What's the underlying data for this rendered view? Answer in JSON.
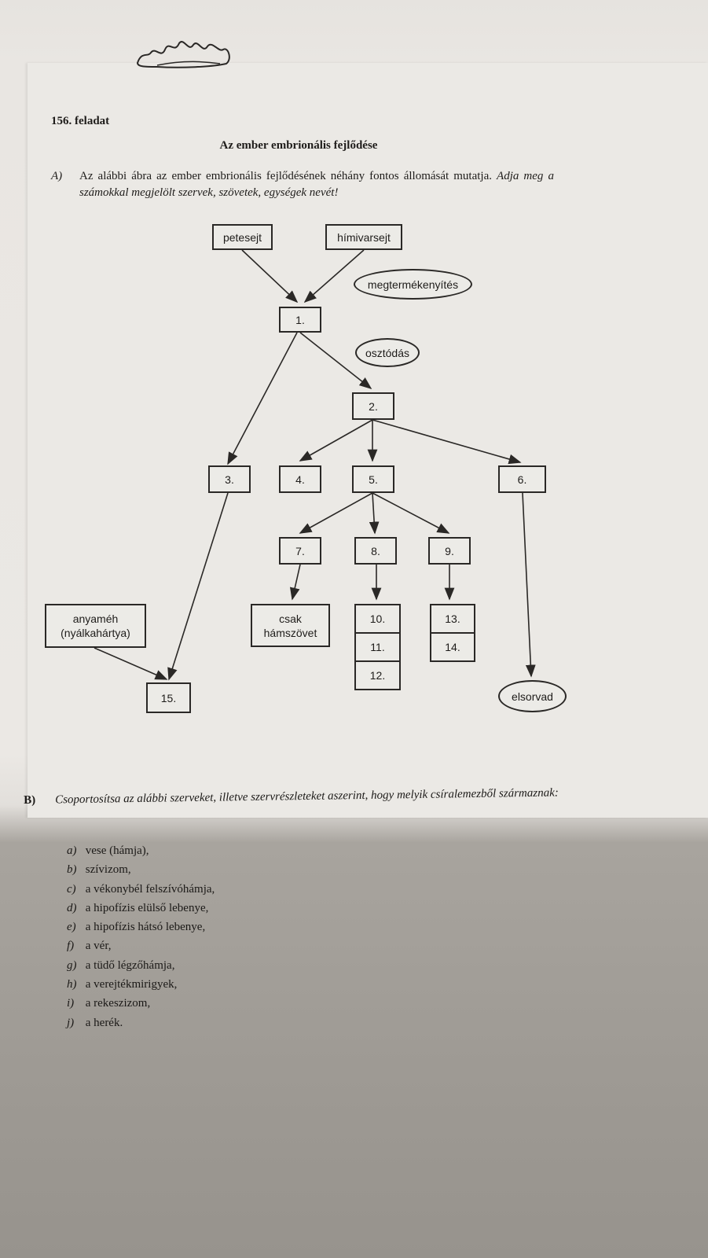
{
  "task_number": "156. feladat",
  "title": "Az ember embrionális fejlődése",
  "part_a": {
    "label": "A)",
    "text_plain": "Az alábbi ábra az ember embrionális fejlődésének néhány fontos állomását mutatja.",
    "text_italic": "Adja meg a számokkal megjelölt szervek, szövetek, egységek nevét!"
  },
  "diagram": {
    "petesejt": "petesejt",
    "himivarsejt": "hímivarsejt",
    "megtermekenyites": "megtermékenyítés",
    "n1": "1.",
    "osztodas": "osztódás",
    "n2": "2.",
    "n3": "3.",
    "n4": "4.",
    "n5": "5.",
    "n6": "6.",
    "n7": "7.",
    "n8": "8.",
    "n9": "9.",
    "csak_line1": "csak",
    "csak_line2": "hámszövet",
    "n10": "10.",
    "n11": "11.",
    "n12": "12.",
    "n13": "13.",
    "n14": "14.",
    "anyameh_line1": "anyaméh",
    "anyameh_line2": "(nyálkahártya)",
    "n15": "15.",
    "elsorvad": "elsorvad"
  },
  "part_b": {
    "label": "B)",
    "text": "Csoportosítsa az alábbi szerveket, illetve szervrészleteket aszerint, hogy melyik csíralemezből származnak:",
    "items": [
      {
        "letter": "a)",
        "text": "vese (hámja),"
      },
      {
        "letter": "b)",
        "text": "szívizom,"
      },
      {
        "letter": "c)",
        "text": "a vékonybél felszívóhámja,"
      },
      {
        "letter": "d)",
        "text": "a hipofízis elülső lebenye,"
      },
      {
        "letter": "e)",
        "text": "a hipofízis hátsó lebenye,"
      },
      {
        "letter": "f)",
        "text": "a vér,"
      },
      {
        "letter": "g)",
        "text": "a tüdő légzőhámja,"
      },
      {
        "letter": "h)",
        "text": "a verejtékmirigyek,"
      },
      {
        "letter": "i)",
        "text": "a rekeszizom,"
      },
      {
        "letter": "j)",
        "text": "a herék."
      }
    ]
  }
}
